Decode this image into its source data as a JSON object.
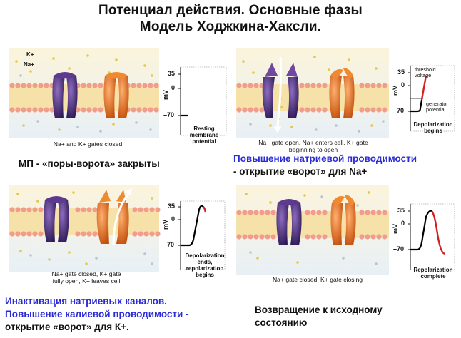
{
  "title": {
    "line1": "Потенциал действия. Основные фазы",
    "line2": "Модель Ходжкина-Хаксли."
  },
  "axis": {
    "top_tick": "35",
    "zero_tick": "0",
    "bottom_tick": "–70",
    "unit": "mV"
  },
  "panels": [
    {
      "ions": [
        "K+",
        "Na+"
      ],
      "caption": "Na+ and K+ gates closed",
      "graph_caption": "Resting membrane potential",
      "description": [
        "МП - «поры-ворота» закрыты"
      ],
      "phase": "resting"
    },
    {
      "caption": "Na+ gate open, Na+ enters cell, K+ gate beginning to open",
      "graph_caption": "Depolarization begins",
      "annotations": [
        "threshold voltage",
        "generator potential"
      ],
      "description": [
        "Повышение натриевой проводимости",
        "- открытие «ворот» для Na+"
      ],
      "phase": "depolarization"
    },
    {
      "caption": "Na+ gate closed, K+ gate fully open, K+ leaves cell",
      "graph_caption": "Depolarization ends, repolarization begins",
      "description": [
        "Инактивация натриевых каналов.",
        "Повышение калиевой проводимости -",
        "открытие «ворот» для К+."
      ],
      "phase": "peak"
    },
    {
      "caption": "Na+ gate closed, K+ gate closing",
      "graph_caption": "Repolarization complete",
      "description": [
        "Возвращение  к исходному",
        "состоянию"
      ],
      "phase": "repolarization"
    }
  ],
  "colors": {
    "na_channel": "#4a2c7a",
    "k_channel": "#e0701c",
    "membrane_head": "#f4a090",
    "membrane_tail": "#f6e2a8",
    "background_top": "#fbf4dc",
    "background_bottom": "#e8f0f6",
    "trace_rise": "#000000",
    "trace_fall": "#d42020",
    "desc_blue": "#2b2bd6"
  }
}
